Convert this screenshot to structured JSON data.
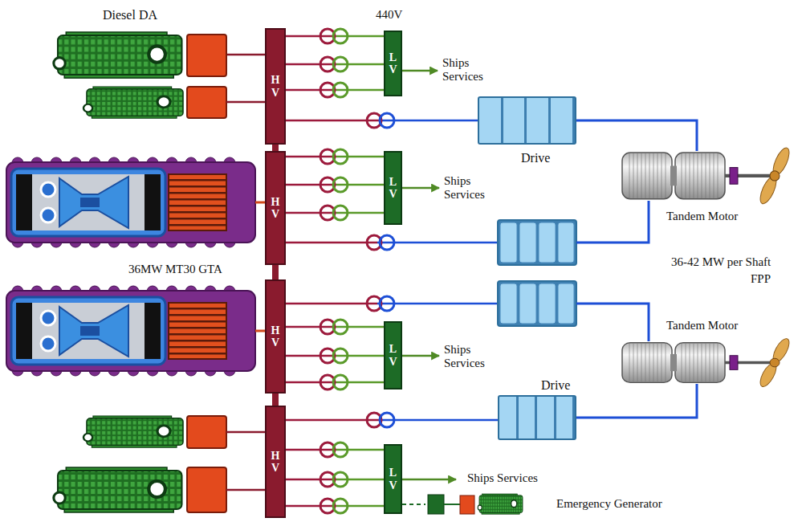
{
  "diagram": {
    "nodes": [
      {
        "text": [
          "Diesel DA"
        ]
      },
      {
        "text": [
          "H V"
        ]
      },
      {
        "text": [
          "L V"
        ]
      },
      {
        "text": [
          "Drive"
        ]
      },
      {
        "text": [
          "H V"
        ]
      },
      {
        "text": [
          "L V"
        ]
      },
      {
        "text": [
          "Tandem Motor"
        ]
      },
      {
        "text": [
          "H V"
        ]
      },
      {
        "text": [
          "L V"
        ]
      },
      {
        "text": [
          "H V"
        ]
      },
      {
        "text": [
          "Drive"
        ]
      },
      {
        "text": [
          "Tandem Motor"
        ]
      },
      {
        "text": [
          "L V"
        ]
      },
      {
        "text": [
          "Emergency Generator"
        ]
      }
    ],
    "edges": [
      {
        "from": 0,
        "to": 1,
        "arrow": "none"
      },
      {
        "from": 1,
        "to": 2,
        "arrow": "none"
      },
      {
        "from": 1,
        "to": 2,
        "arrow": "none"
      },
      {
        "from": 1,
        "to": 2,
        "arrow": "none"
      },
      {
        "from": 1,
        "to": 3,
        "arrow": "none"
      },
      {
        "from": 3,
        "to": 6,
        "arrow": "none"
      },
      {
        "from": 4,
        "to": 5,
        "arrow": "none"
      },
      {
        "from": 4,
        "to": 5,
        "arrow": "none"
      },
      {
        "from": 4,
        "to": 5,
        "arrow": "none"
      },
      {
        "from": 7,
        "to": 8,
        "arrow": "none"
      },
      {
        "from": 7,
        "to": 8,
        "arrow": "none"
      },
      {
        "from": 7,
        "to": 8,
        "arrow": "none"
      },
      {
        "from": 9,
        "to": 10,
        "arrow": "none"
      },
      {
        "from": 10,
        "to": 11,
        "arrow": "none"
      },
      {
        "from": 9,
        "to": 12,
        "arrow": "none"
      },
      {
        "from": 9,
        "to": 12,
        "arrow": "none"
      },
      {
        "from": 9,
        "to": 12,
        "arrow": "none"
      },
      {
        "from": 12,
        "to": 13,
        "arrow": "none"
      }
    ],
    "labels": [
      "440V",
      "Ships Services",
      "Ships Services",
      "Ships Services",
      "Ships Services",
      "36MW MT30 GTA",
      "36-42 MW per Shaft",
      "FPP"
    ]
  }
}
